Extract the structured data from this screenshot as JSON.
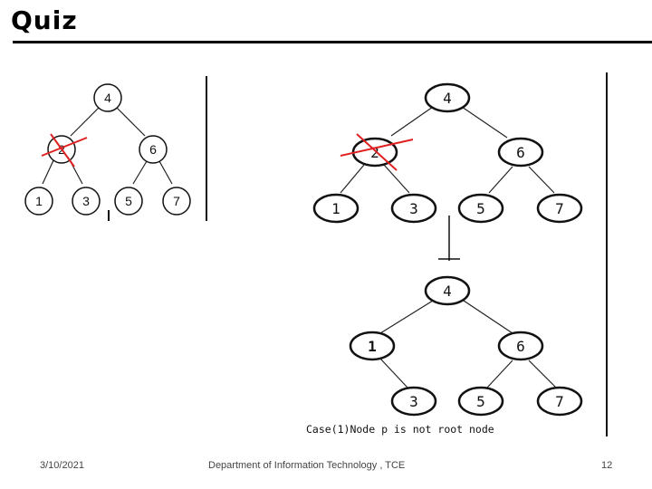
{
  "slide": {
    "title": "Quiz",
    "caption": "Case(1)Node p is not root node"
  },
  "tree_left": {
    "root": "4",
    "left": "2",
    "right": "6",
    "leaves": [
      "1",
      "3",
      "5",
      "7"
    ]
  },
  "tree_right_before": {
    "root": "4",
    "left": "2",
    "right": "6",
    "leaves": [
      "1",
      "3",
      "5",
      "7"
    ]
  },
  "tree_right_after": {
    "root": "4",
    "left": "1",
    "right": "6",
    "leaves": [
      "3",
      "5",
      "7"
    ]
  },
  "footer": {
    "date": "3/10/2021",
    "department": "Department of Information Technology , TCE",
    "page": "12"
  }
}
